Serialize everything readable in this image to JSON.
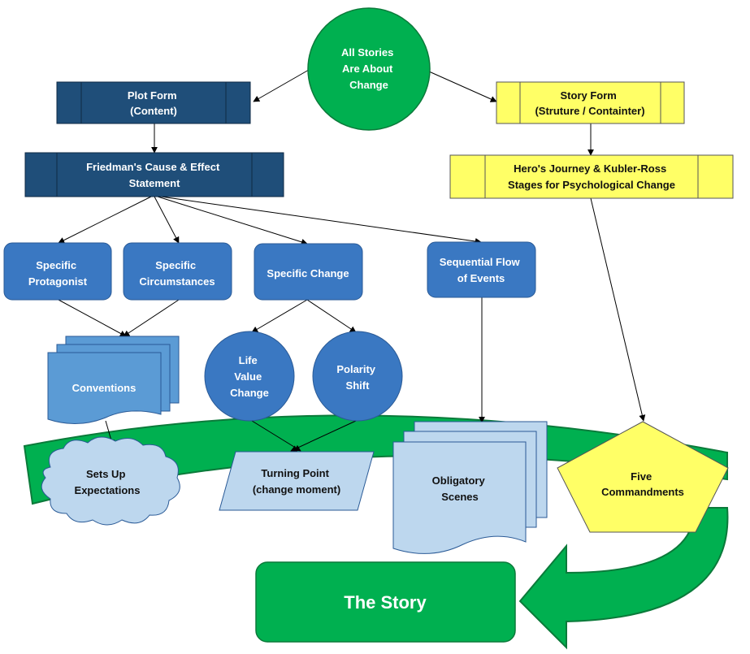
{
  "colors": {
    "green": "#00b050",
    "green_stroke": "#0b7a3a",
    "navy": "#1f4e79",
    "yellow": "#ffff66",
    "blue": "#3a78c2",
    "light_blue": "#bdd7ee",
    "mid_blue": "#5b9bd5"
  },
  "nodes": {
    "all_stories": [
      "All Stories",
      "Are About",
      "Change"
    ],
    "plot_form": [
      "Plot Form",
      "(Content)"
    ],
    "story_form": [
      "Story Form",
      "(Struture / Containter)"
    ],
    "friedman": [
      "Friedman's Cause & Effect",
      "Statement"
    ],
    "heros_journey": [
      "Hero's Journey & Kubler-Ross",
      "Stages for Psychological Change"
    ],
    "specific_protagonist": [
      "Specific",
      "Protagonist"
    ],
    "specific_circumstances": [
      "Specific",
      "Circumstances"
    ],
    "specific_change": [
      "Specific Change"
    ],
    "sequential_flow": [
      "Sequential Flow",
      "of Events"
    ],
    "conventions": [
      "Conventions"
    ],
    "life_value_change": [
      "Life",
      "Value",
      "Change"
    ],
    "polarity_shift": [
      "Polarity",
      "Shift"
    ],
    "sets_up_expectations": [
      "Sets Up",
      "Expectations"
    ],
    "turning_point": [
      "Turning Point",
      "(change moment)"
    ],
    "obligatory_scenes": [
      "Obligatory",
      "Scenes"
    ],
    "five_commandments": [
      "Five",
      "Commandments"
    ],
    "the_story": [
      "The Story"
    ]
  }
}
